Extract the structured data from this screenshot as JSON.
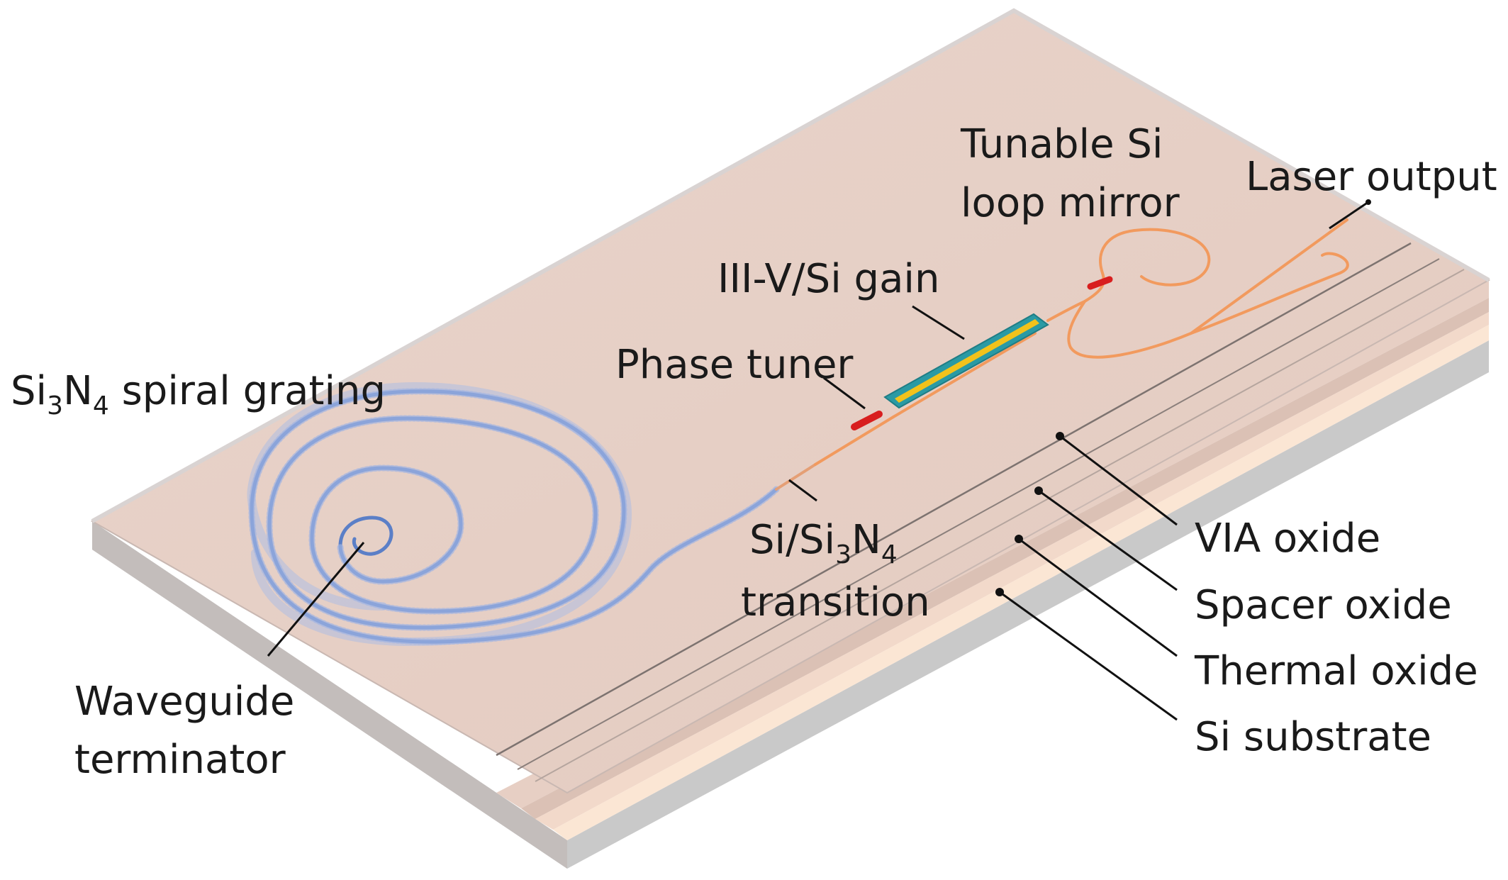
{
  "labels": {
    "spiral_grating": {
      "prefix": "Si",
      "sub1": "3",
      "mid": "N",
      "sub2": "4",
      "suffix": " spiral grating"
    },
    "waveguide_terminator": [
      "Waveguide",
      "terminator"
    ],
    "phase_tuner": "Phase tuner",
    "gain": "III-V/Si gain",
    "loop_mirror": [
      "Tunable Si",
      "loop mirror"
    ],
    "laser_output": "Laser output",
    "transition": {
      "prefix": "Si/Si",
      "sub1": "3",
      "mid": "N",
      "sub2": "4",
      "line2": "transition"
    },
    "layers": [
      "VIA oxide",
      "Spacer oxide",
      "Thermal oxide",
      "Si substrate"
    ]
  },
  "colors": {
    "top_surface": "#e6cfc6",
    "layer_via": "#e7cfc4",
    "layer_spacer": "#dfc7bb",
    "layer_thermal": "#f3dccd",
    "layer_substrate": "#fbe6d4",
    "side_face": "#cfc7c4",
    "bottom_face": "#c9c9c9",
    "spiral_waveguide": "#5b7fc7",
    "si_waveguide": "#f29a5e",
    "heater": "#d81e1e",
    "gain_outer": "#2a9aa4",
    "gain_inner": "#f2c21b"
  }
}
